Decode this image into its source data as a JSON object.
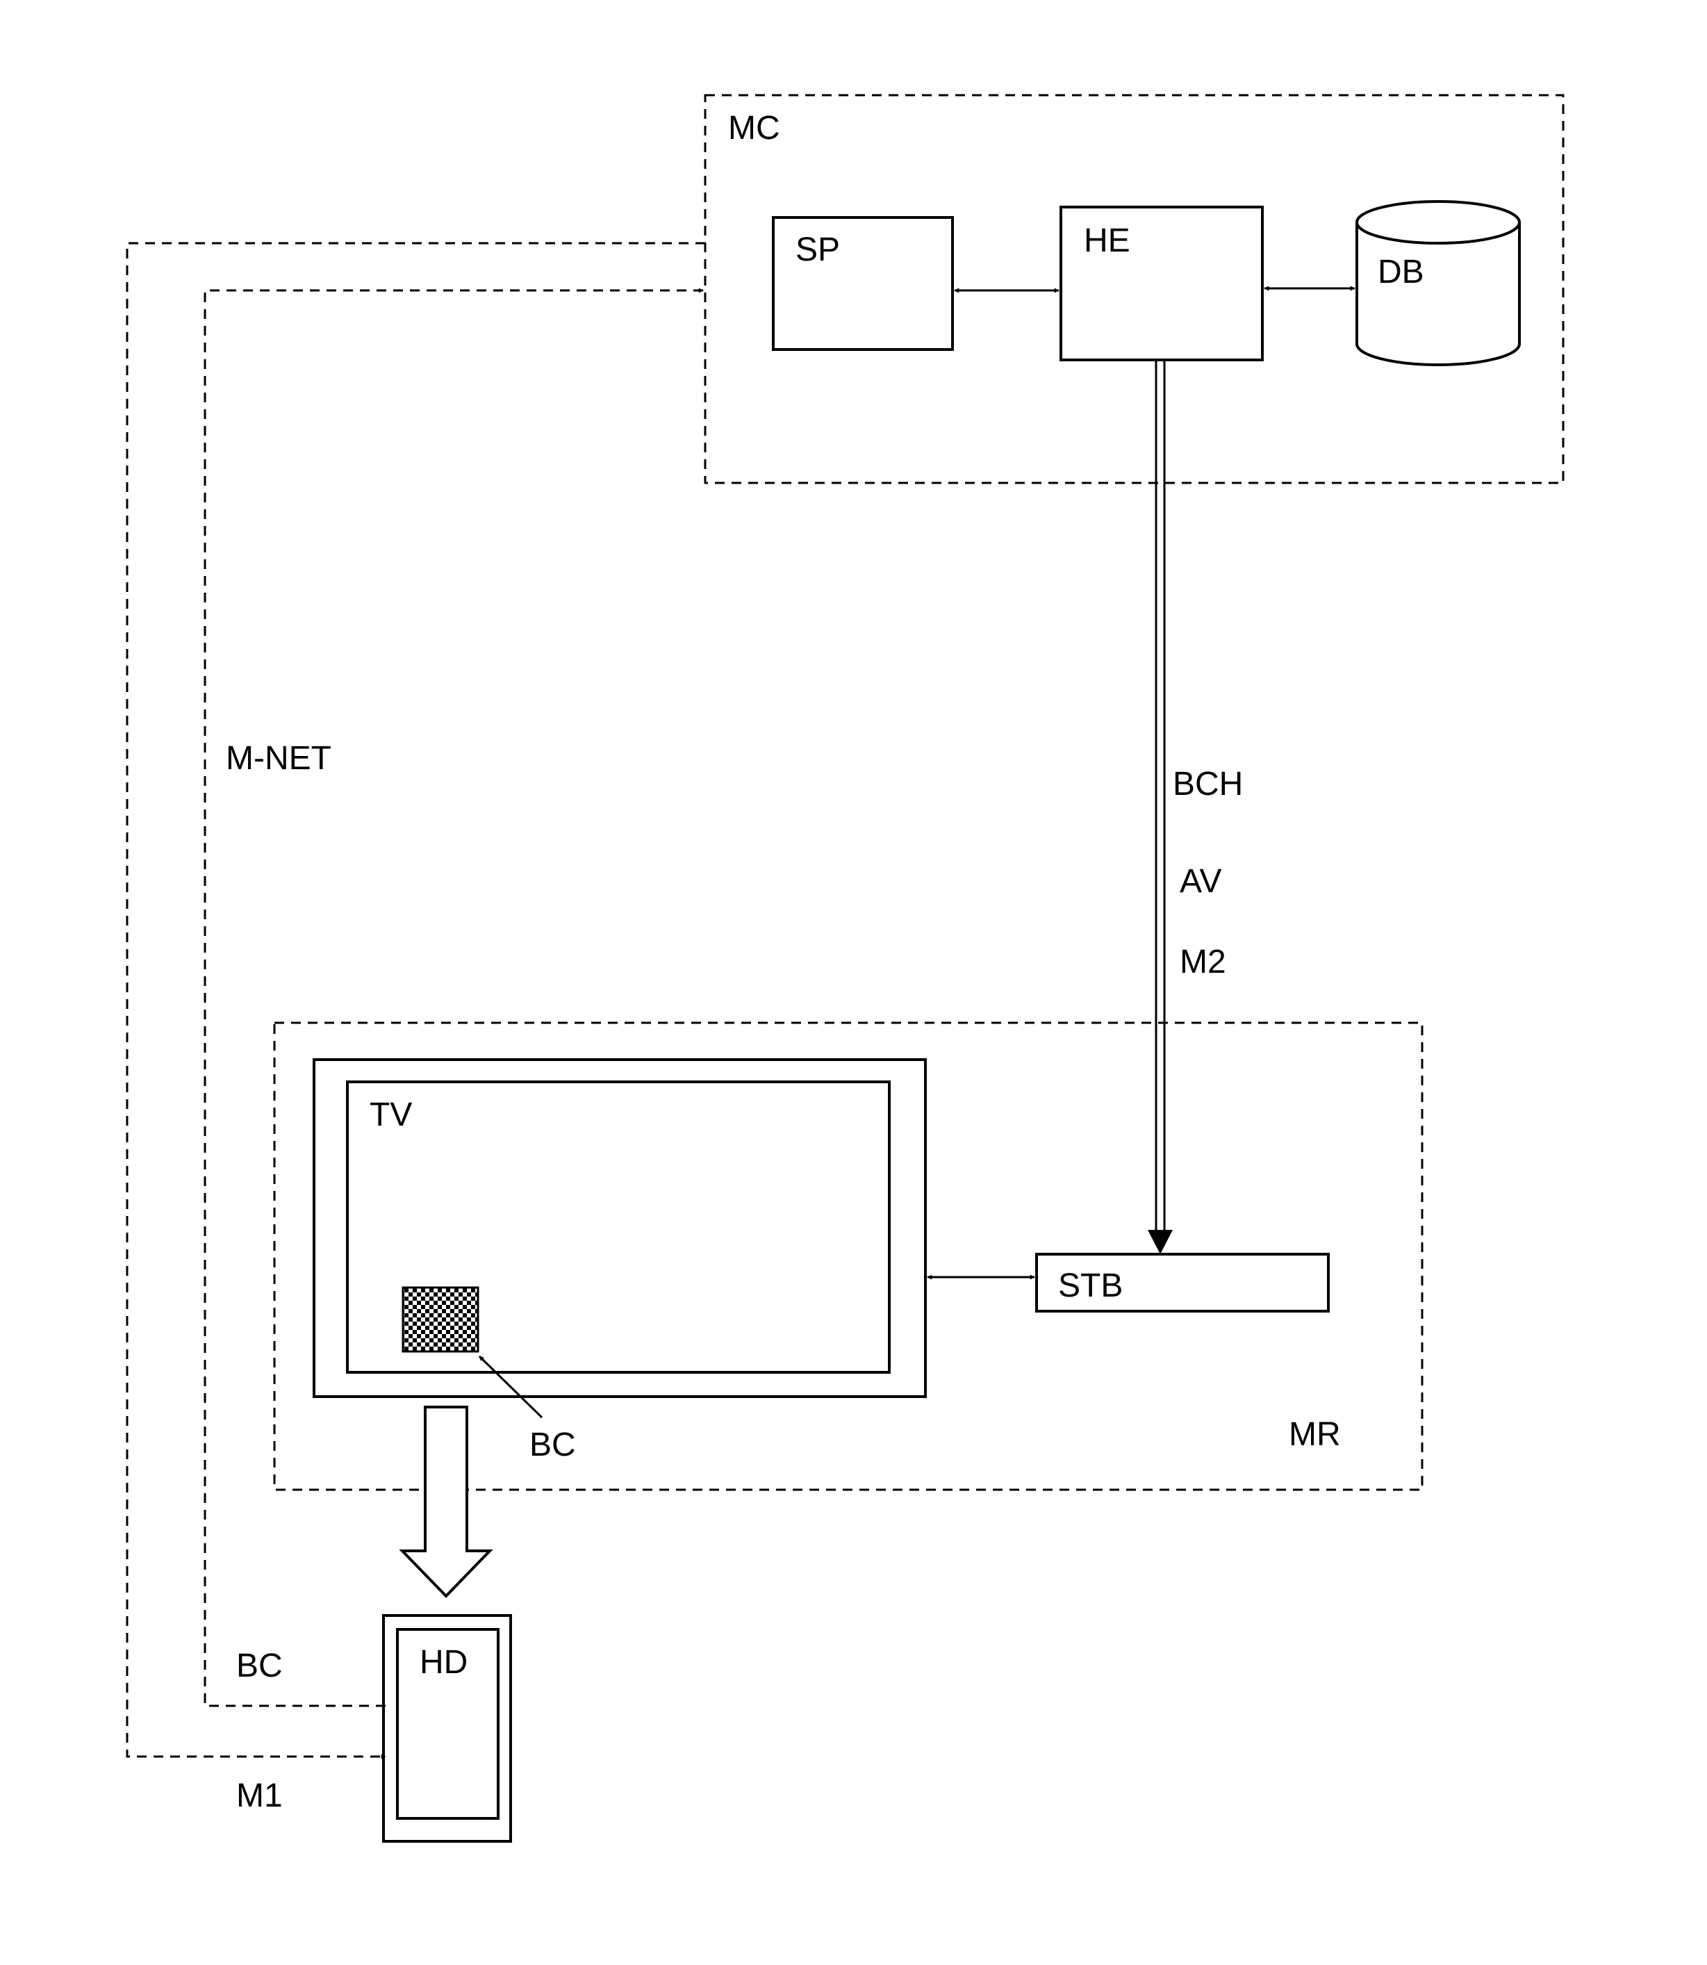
{
  "regions": {
    "mc": "MC",
    "mr": "MR"
  },
  "components": {
    "sp": "SP",
    "he": "HE",
    "db": "DB",
    "tv": "TV",
    "stb": "STB",
    "hd": "HD"
  },
  "links": {
    "bch": "BCH",
    "av": "AV",
    "m2": "M2",
    "m_net": "M-NET",
    "bc_screen": "BC",
    "bc_link": "BC",
    "m1": "M1"
  },
  "colors": {
    "ink": "#000000",
    "background": "#ffffff"
  }
}
